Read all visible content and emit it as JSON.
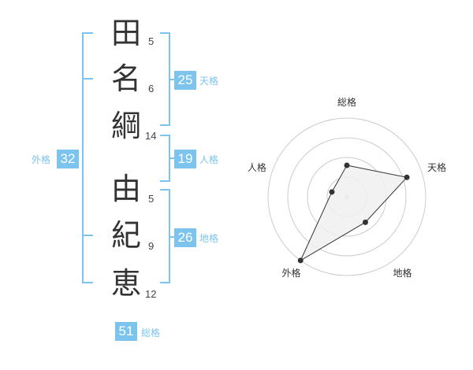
{
  "name": [
    {
      "char": "田",
      "strokes": "5"
    },
    {
      "char": "名",
      "strokes": "6"
    },
    {
      "char": "綱",
      "strokes": "14"
    },
    {
      "char": "由",
      "strokes": "5"
    },
    {
      "char": "紀",
      "strokes": "9"
    },
    {
      "char": "恵",
      "strokes": "12"
    }
  ],
  "fortune": {
    "tenkaku": {
      "value": "25",
      "label": "天格"
    },
    "jinkaku": {
      "value": "19",
      "label": "人格"
    },
    "chikaku": {
      "value": "26",
      "label": "地格"
    },
    "gaikaku": {
      "value": "32",
      "label": "外格"
    },
    "soukaku": {
      "value": "51",
      "label": "総格"
    }
  },
  "chart_data": {
    "type": "radar",
    "axes": [
      "総格",
      "天格",
      "地格",
      "外格",
      "人格"
    ],
    "values": [
      0.4,
      0.8,
      0.4,
      1.0,
      0.2
    ],
    "rings": 4,
    "range": [
      0,
      1
    ],
    "colors": {
      "fill": "#f0f0f0",
      "line": "#333333",
      "grid": "#cccccc",
      "accent": "#7cc4ee"
    }
  }
}
